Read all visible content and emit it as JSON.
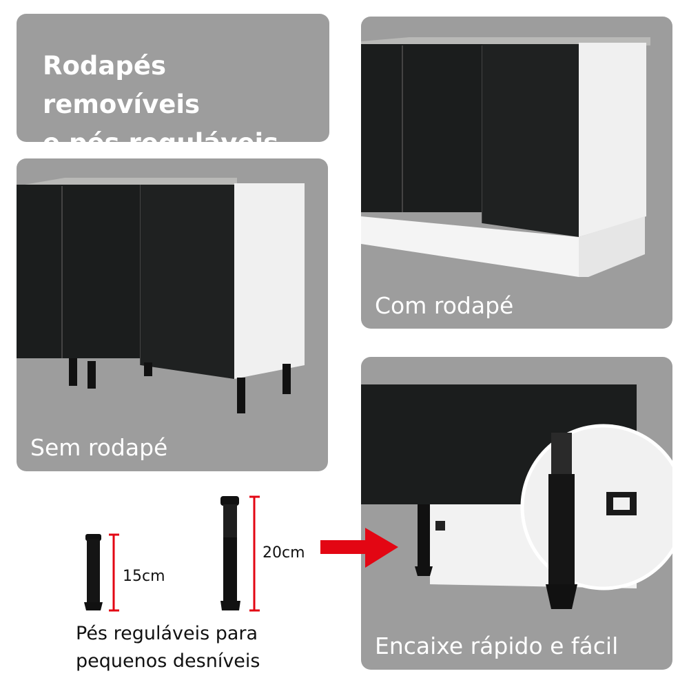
{
  "title": {
    "line1": "Rodapés removíveis",
    "line2": "e pés reguláveis"
  },
  "panels": {
    "without_baseboard": "Sem rodapé",
    "with_baseboard": "Com rodapé",
    "quick_fit": "Encaixe rápido e fácil"
  },
  "feet": {
    "short_label": "15cm",
    "tall_label": "20cm",
    "caption_line1": "Pés reguláveis para",
    "caption_line2": "pequenos desníveis"
  },
  "colors": {
    "panel": "#9d9d9d",
    "accent": "#e30613",
    "cabinet": "#1b1d1d"
  },
  "icons": {
    "arrow": "arrow-right-icon"
  }
}
